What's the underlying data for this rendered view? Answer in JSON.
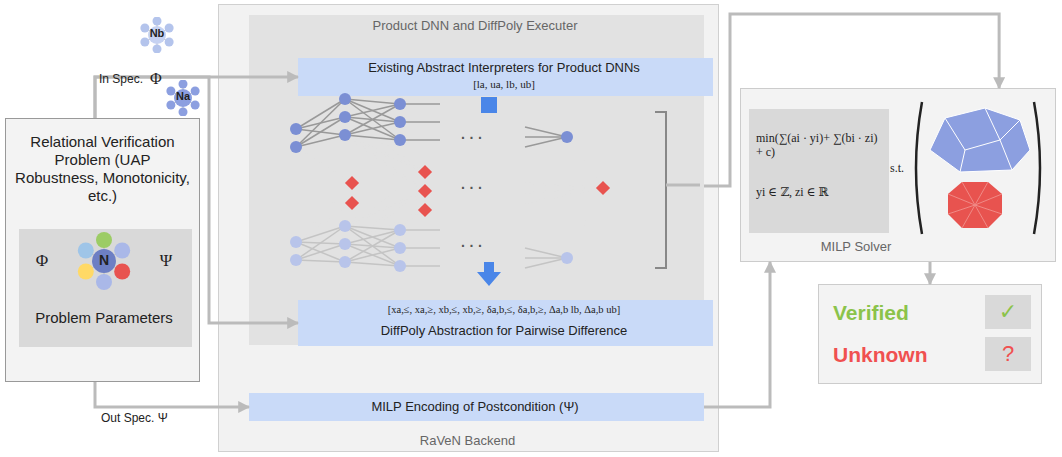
{
  "diagram": {
    "nodes": [
      {
        "text": [
          "Nb"
        ]
      },
      {
        "text": [
          "Na"
        ]
      },
      {
        "text": [
          "Relational Verification Problem (UAP Robustness, Monotonicity, etc.)"
        ]
      },
      {
        "text": [
          "Φ",
          "N",
          "Ψ",
          "Problem Parameters"
        ],
        "in": 2
      },
      {
        "text": [
          "RaVeN Backend"
        ]
      },
      {
        "text": [
          "Product DNN and DiffPoly Executer"
        ],
        "in": 4
      },
      {
        "text": [
          "Existing Abstract Interpreters for Product DNNs",
          "[la, ua, lb, ub]"
        ],
        "in": 5
      },
      {
        "text": [
          "[xa,≤, xa,≥, xb,≤, xb,≥, δa,b,≤, δa,b,≥, Δa,b lb, Δa,b ub]",
          "DiffPoly Abstraction for Pairwise Difference"
        ],
        "in": 5
      },
      {
        "text": [
          "MILP Encoding of Postcondition (Ψ)"
        ],
        "in": 4
      },
      {
        "text": [
          "MILP Solver"
        ]
      },
      {
        "text": [
          "min(∑(ai · yi)+ ∑(bi · zi) + c)",
          "yi ∈ ℤ, zi ∈ ℝ"
        ],
        "in": 9
      },
      {
        "text": [
          "Verified",
          "✓",
          "Unknown",
          "?"
        ]
      }
    ],
    "edges": [
      {
        "from": 2,
        "to": 6,
        "arrow": "to",
        "label": "In Spec."
      },
      {
        "from": 2,
        "to": 7,
        "arrow": "to"
      },
      {
        "from": 2,
        "to": 8,
        "arrow": "to",
        "label": "Out Spec. Ψ"
      },
      {
        "from": 5,
        "to": 9,
        "arrow": "to"
      },
      {
        "from": 8,
        "to": 9,
        "arrow": "to"
      },
      {
        "from": 9,
        "to": 11,
        "arrow": "to"
      }
    ],
    "labels": [
      "Φ",
      "· · ·",
      "· · ·",
      "· · ·",
      "s.t."
    ]
  }
}
